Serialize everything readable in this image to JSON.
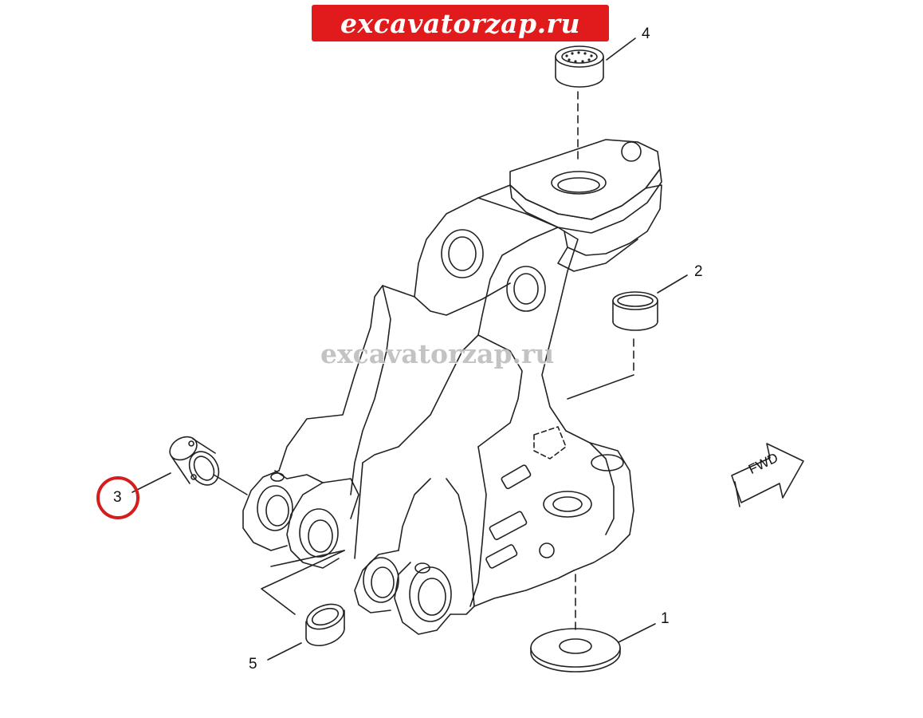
{
  "banner": {
    "text": "excavatorzap.ru",
    "color": "#e11b1b"
  },
  "watermark": {
    "text": "excavatorzap.ru"
  },
  "callouts": [
    {
      "id": "1",
      "label": "1"
    },
    {
      "id": "2",
      "label": "2"
    },
    {
      "id": "3",
      "label": "3",
      "highlighted": true
    },
    {
      "id": "4",
      "label": "4"
    },
    {
      "id": "5",
      "label": "5"
    }
  ],
  "direction_arrow": {
    "label": "FWD"
  },
  "highlight_color": "#d61d1d"
}
